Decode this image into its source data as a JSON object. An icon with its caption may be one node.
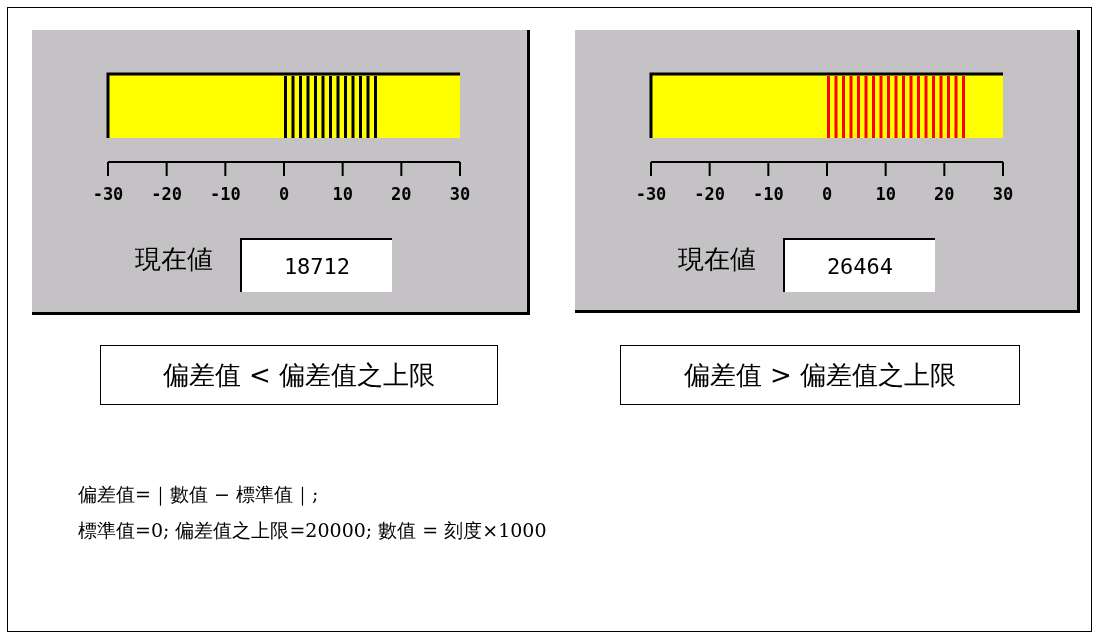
{
  "diagram": {
    "nodes": [
      {
        "text": [
          "現在値"
        ]
      },
      {
        "text": [
          "18712"
        ],
        "in": 0
      },
      {
        "text": [
          "現在値"
        ]
      },
      {
        "text": [
          "26464"
        ],
        "in": 2
      },
      {
        "text": [
          "偏差值 < 偏差值之上限"
        ]
      },
      {
        "text": [
          "偏差值 > 偏差值之上限"
        ]
      }
    ],
    "edges": [],
    "labels": [
      "-30",
      "-20",
      "-10",
      "0",
      "10",
      "20",
      "30",
      "-30",
      "-20",
      "-10",
      "0",
      "10",
      "20",
      "30",
      "偏差值=｜數值 − 標準值｜;",
      "標準值=0; 偏差值之上限=20000; 數值 = 刻度×1000"
    ]
  }
}
